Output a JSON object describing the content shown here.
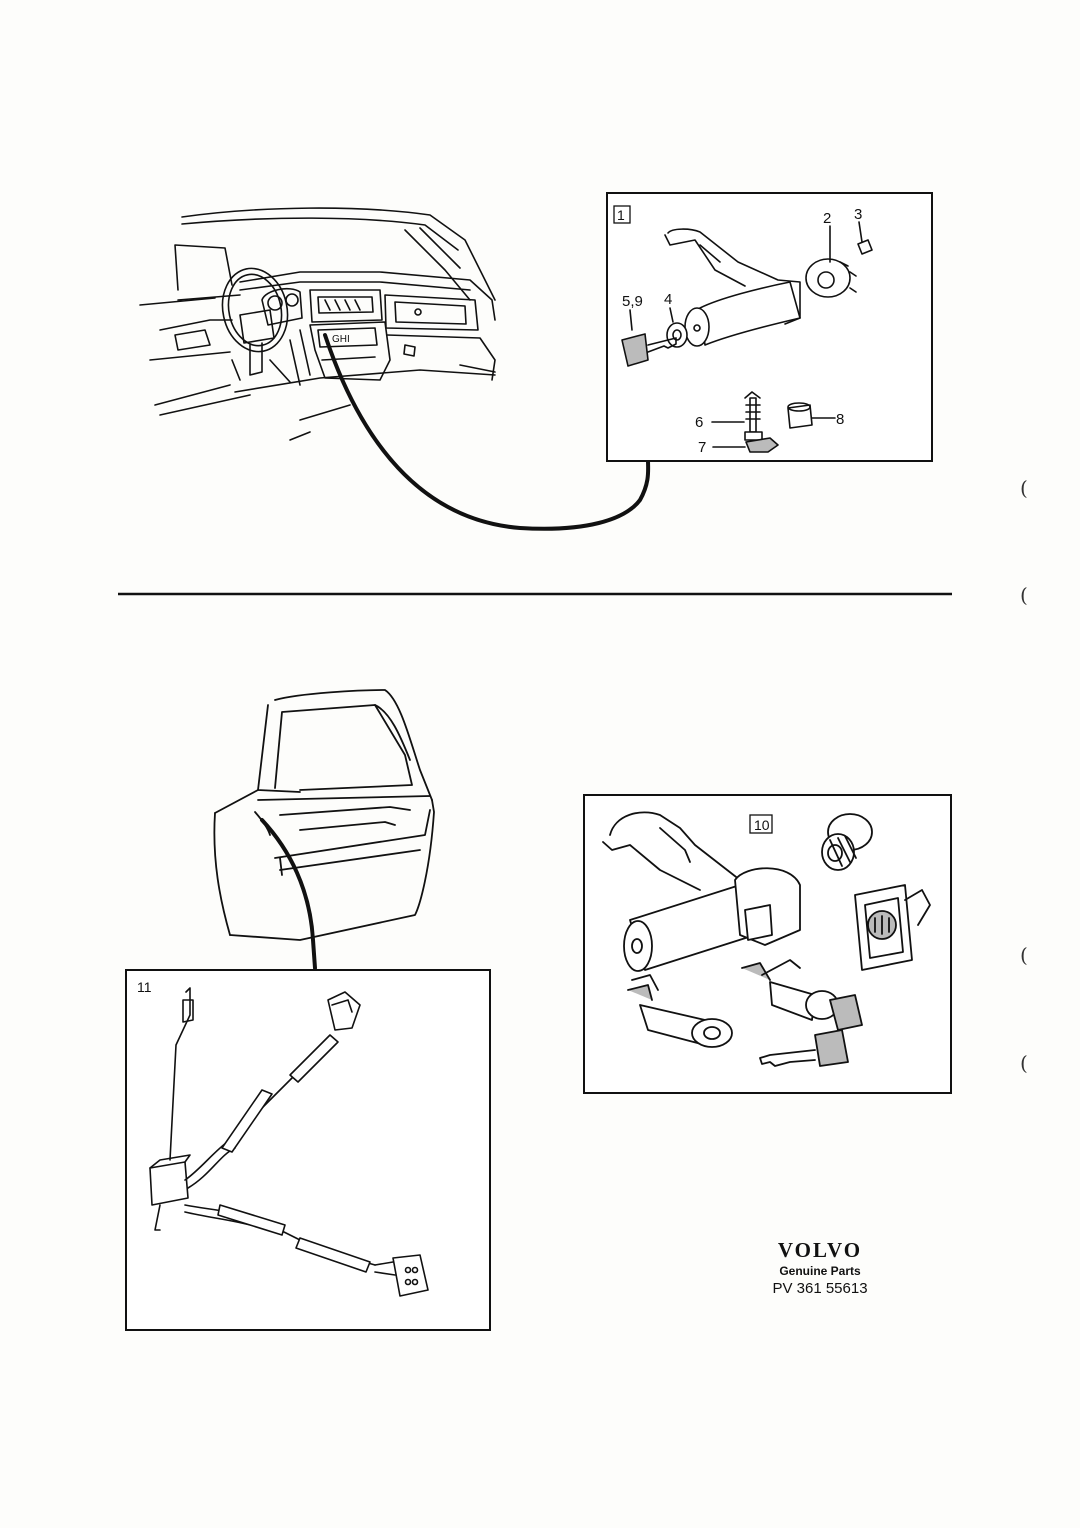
{
  "panel_top": {
    "box_number": "1",
    "callouts": {
      "c2": "2",
      "c3": "3",
      "c59": "5,9",
      "c4": "4",
      "c6": "6",
      "c7": "7",
      "c8": "8"
    }
  },
  "panel_bottom_left": {
    "box_number": "11"
  },
  "panel_bottom_right": {
    "box_number": "10"
  },
  "margin_marks": [
    "(",
    "(",
    "(",
    "("
  ],
  "footer": {
    "brand": "VOLVO",
    "subtitle": "Genuine Parts",
    "part_ref": "PV 361 55613"
  }
}
